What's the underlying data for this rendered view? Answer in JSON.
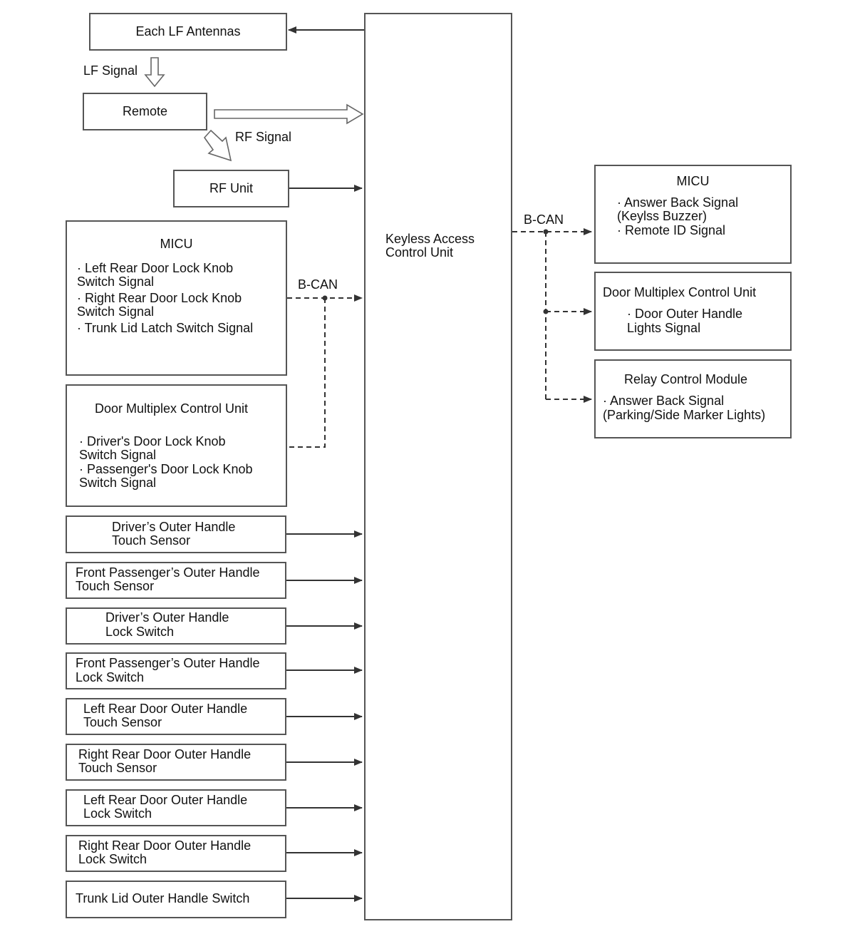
{
  "diagram": {
    "kacu": {
      "line1": "Keyless Access",
      "line2": "Control Unit"
    },
    "lf_antennas": "Each LF Antennas",
    "lf_signal": "LF Signal",
    "remote": "Remote",
    "rf_signal": "RF Signal",
    "rf_unit": "RF Unit",
    "bcan_left": "B-CAN",
    "bcan_right": "B-CAN",
    "micu_left": {
      "title": "MICU",
      "lines": [
        "· Left Rear Door Lock Knob",
        "Switch Signal",
        "· Right Rear Door Lock Knob",
        "Switch Signal",
        "· Trunk Lid Latch Switch Signal"
      ]
    },
    "dmcu_left": {
      "title": "Door Multiplex Control Unit",
      "lines": [
        "· Driver's Door Lock Knob",
        "Switch Signal",
        "· Passenger's Door Lock Knob",
        "Switch Signal"
      ]
    },
    "switches": [
      {
        "line1": "Driver’s Outer Handle",
        "line2": "Touch Sensor"
      },
      {
        "line1": "Front Passenger’s Outer Handle",
        "line2": "Touch Sensor"
      },
      {
        "line1": "Driver’s Outer Handle",
        "line2": "Lock Switch"
      },
      {
        "line1": "Front Passenger’s Outer Handle",
        "line2": "Lock Switch"
      },
      {
        "line1": "Left Rear Door Outer Handle",
        "line2": "Touch Sensor"
      },
      {
        "line1": "Right Rear Door Outer Handle",
        "line2": "Touch Sensor"
      },
      {
        "line1": "Left Rear Door Outer Handle",
        "line2": "Lock Switch"
      },
      {
        "line1": "Right Rear Door Outer Handle",
        "line2": "Lock Switch"
      },
      {
        "line1": "Trunk Lid Outer Handle Switch",
        "line2": ""
      }
    ],
    "micu_right": {
      "title": "MICU",
      "lines": [
        "· Answer Back Signal",
        "(Keylss Buzzer)",
        "· Remote ID Signal"
      ]
    },
    "dmcu_right": {
      "title": "Door Multiplex Control Unit",
      "lines": [
        "· Door Outer Handle",
        "Lights Signal"
      ]
    },
    "relay": {
      "title": "Relay Control Module",
      "lines": [
        "· Answer Back Signal",
        "(Parking/Side Marker Lights)"
      ]
    }
  }
}
